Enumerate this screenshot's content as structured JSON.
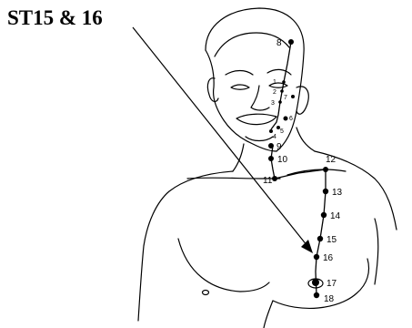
{
  "title": "ST15 & 16",
  "point_labels": {
    "p1": "1",
    "p2": "2",
    "p3": "3",
    "p4": "4",
    "p5": "5",
    "p6": "6",
    "p7": "7",
    "p8": "8",
    "p9": "9",
    "p10": "10",
    "p11": "11",
    "p12": "12",
    "p13": "13",
    "p14": "14",
    "p15": "15",
    "p16": "16",
    "p17": "17",
    "p18": "18"
  },
  "colors": {
    "ink": "#000000",
    "background": "#ffffff"
  }
}
